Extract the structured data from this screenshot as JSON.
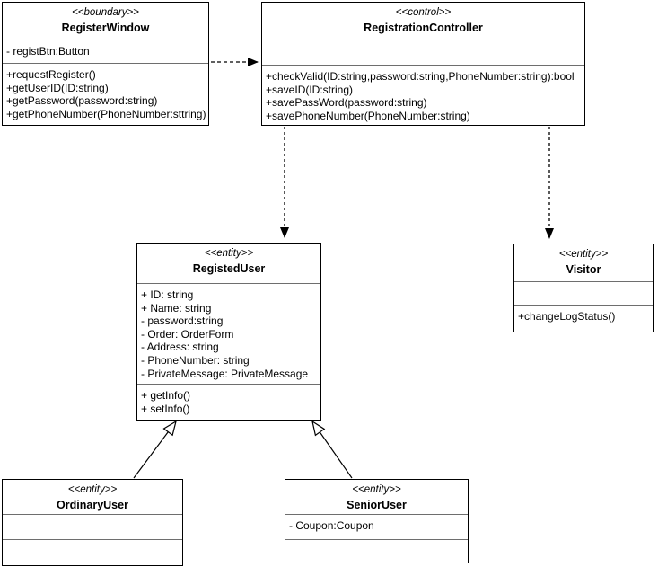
{
  "classes": {
    "registerWindow": {
      "stereotype": "<<boundary>>",
      "name": "RegisterWindow",
      "attributes": [
        "- registBtn:Button"
      ],
      "methods": [
        "+requestRegister()",
        "+getUserID(ID:string)",
        "+getPassword(password:string)",
        "+getPhoneNumber(PhoneNumber:sttring)"
      ]
    },
    "registrationController": {
      "stereotype": "<<control>>",
      "name": "RegistrationController",
      "attributes": [],
      "methods": [
        "+checkValid(ID:string,password:string,PhoneNumber:string):bool",
        "+saveID(ID:string)",
        "+savePassWord(password:string)",
        "+savePhoneNumber(PhoneNumber:string)"
      ]
    },
    "registedUser": {
      "stereotype": "<<entity>>",
      "name": "RegistedUser",
      "attributes": [
        "+ ID: string",
        "+ Name: string",
        "- password:string",
        "- Order: OrderForm",
        "- Address: string",
        "- PhoneNumber: string",
        "- PrivateMessage: PrivateMessage"
      ],
      "methods": [
        "+ getInfo()",
        "+ setInfo()"
      ]
    },
    "visitor": {
      "stereotype": "<<entity>>",
      "name": "Visitor",
      "attributes": [],
      "methods": [
        "+changeLogStatus()"
      ]
    },
    "ordinaryUser": {
      "stereotype": "<<entity>>",
      "name": "OrdinaryUser",
      "attributes": [],
      "methods": []
    },
    "seniorUser": {
      "stereotype": "<<entity>>",
      "name": "SeniorUser",
      "attributes": [
        "- Coupon:Coupon"
      ],
      "methods": []
    }
  },
  "relations": [
    {
      "type": "dependency",
      "from": "RegisterWindow",
      "to": "RegistrationController",
      "line": "dashed",
      "head": "filled-arrow"
    },
    {
      "type": "dependency",
      "from": "RegistrationController",
      "to": "RegistedUser",
      "line": "dashed",
      "head": "filled-arrow"
    },
    {
      "type": "dependency",
      "from": "RegistrationController",
      "to": "Visitor",
      "line": "dashed",
      "head": "filled-arrow"
    },
    {
      "type": "generalization",
      "from": "OrdinaryUser",
      "to": "RegistedUser",
      "line": "solid",
      "head": "hollow-triangle"
    },
    {
      "type": "generalization",
      "from": "SeniorUser",
      "to": "RegistedUser",
      "line": "solid",
      "head": "hollow-triangle"
    }
  ],
  "colors": {
    "background": "#ffffff",
    "border": "#000000",
    "divider": "#6e6e6e",
    "text": "#000000"
  }
}
